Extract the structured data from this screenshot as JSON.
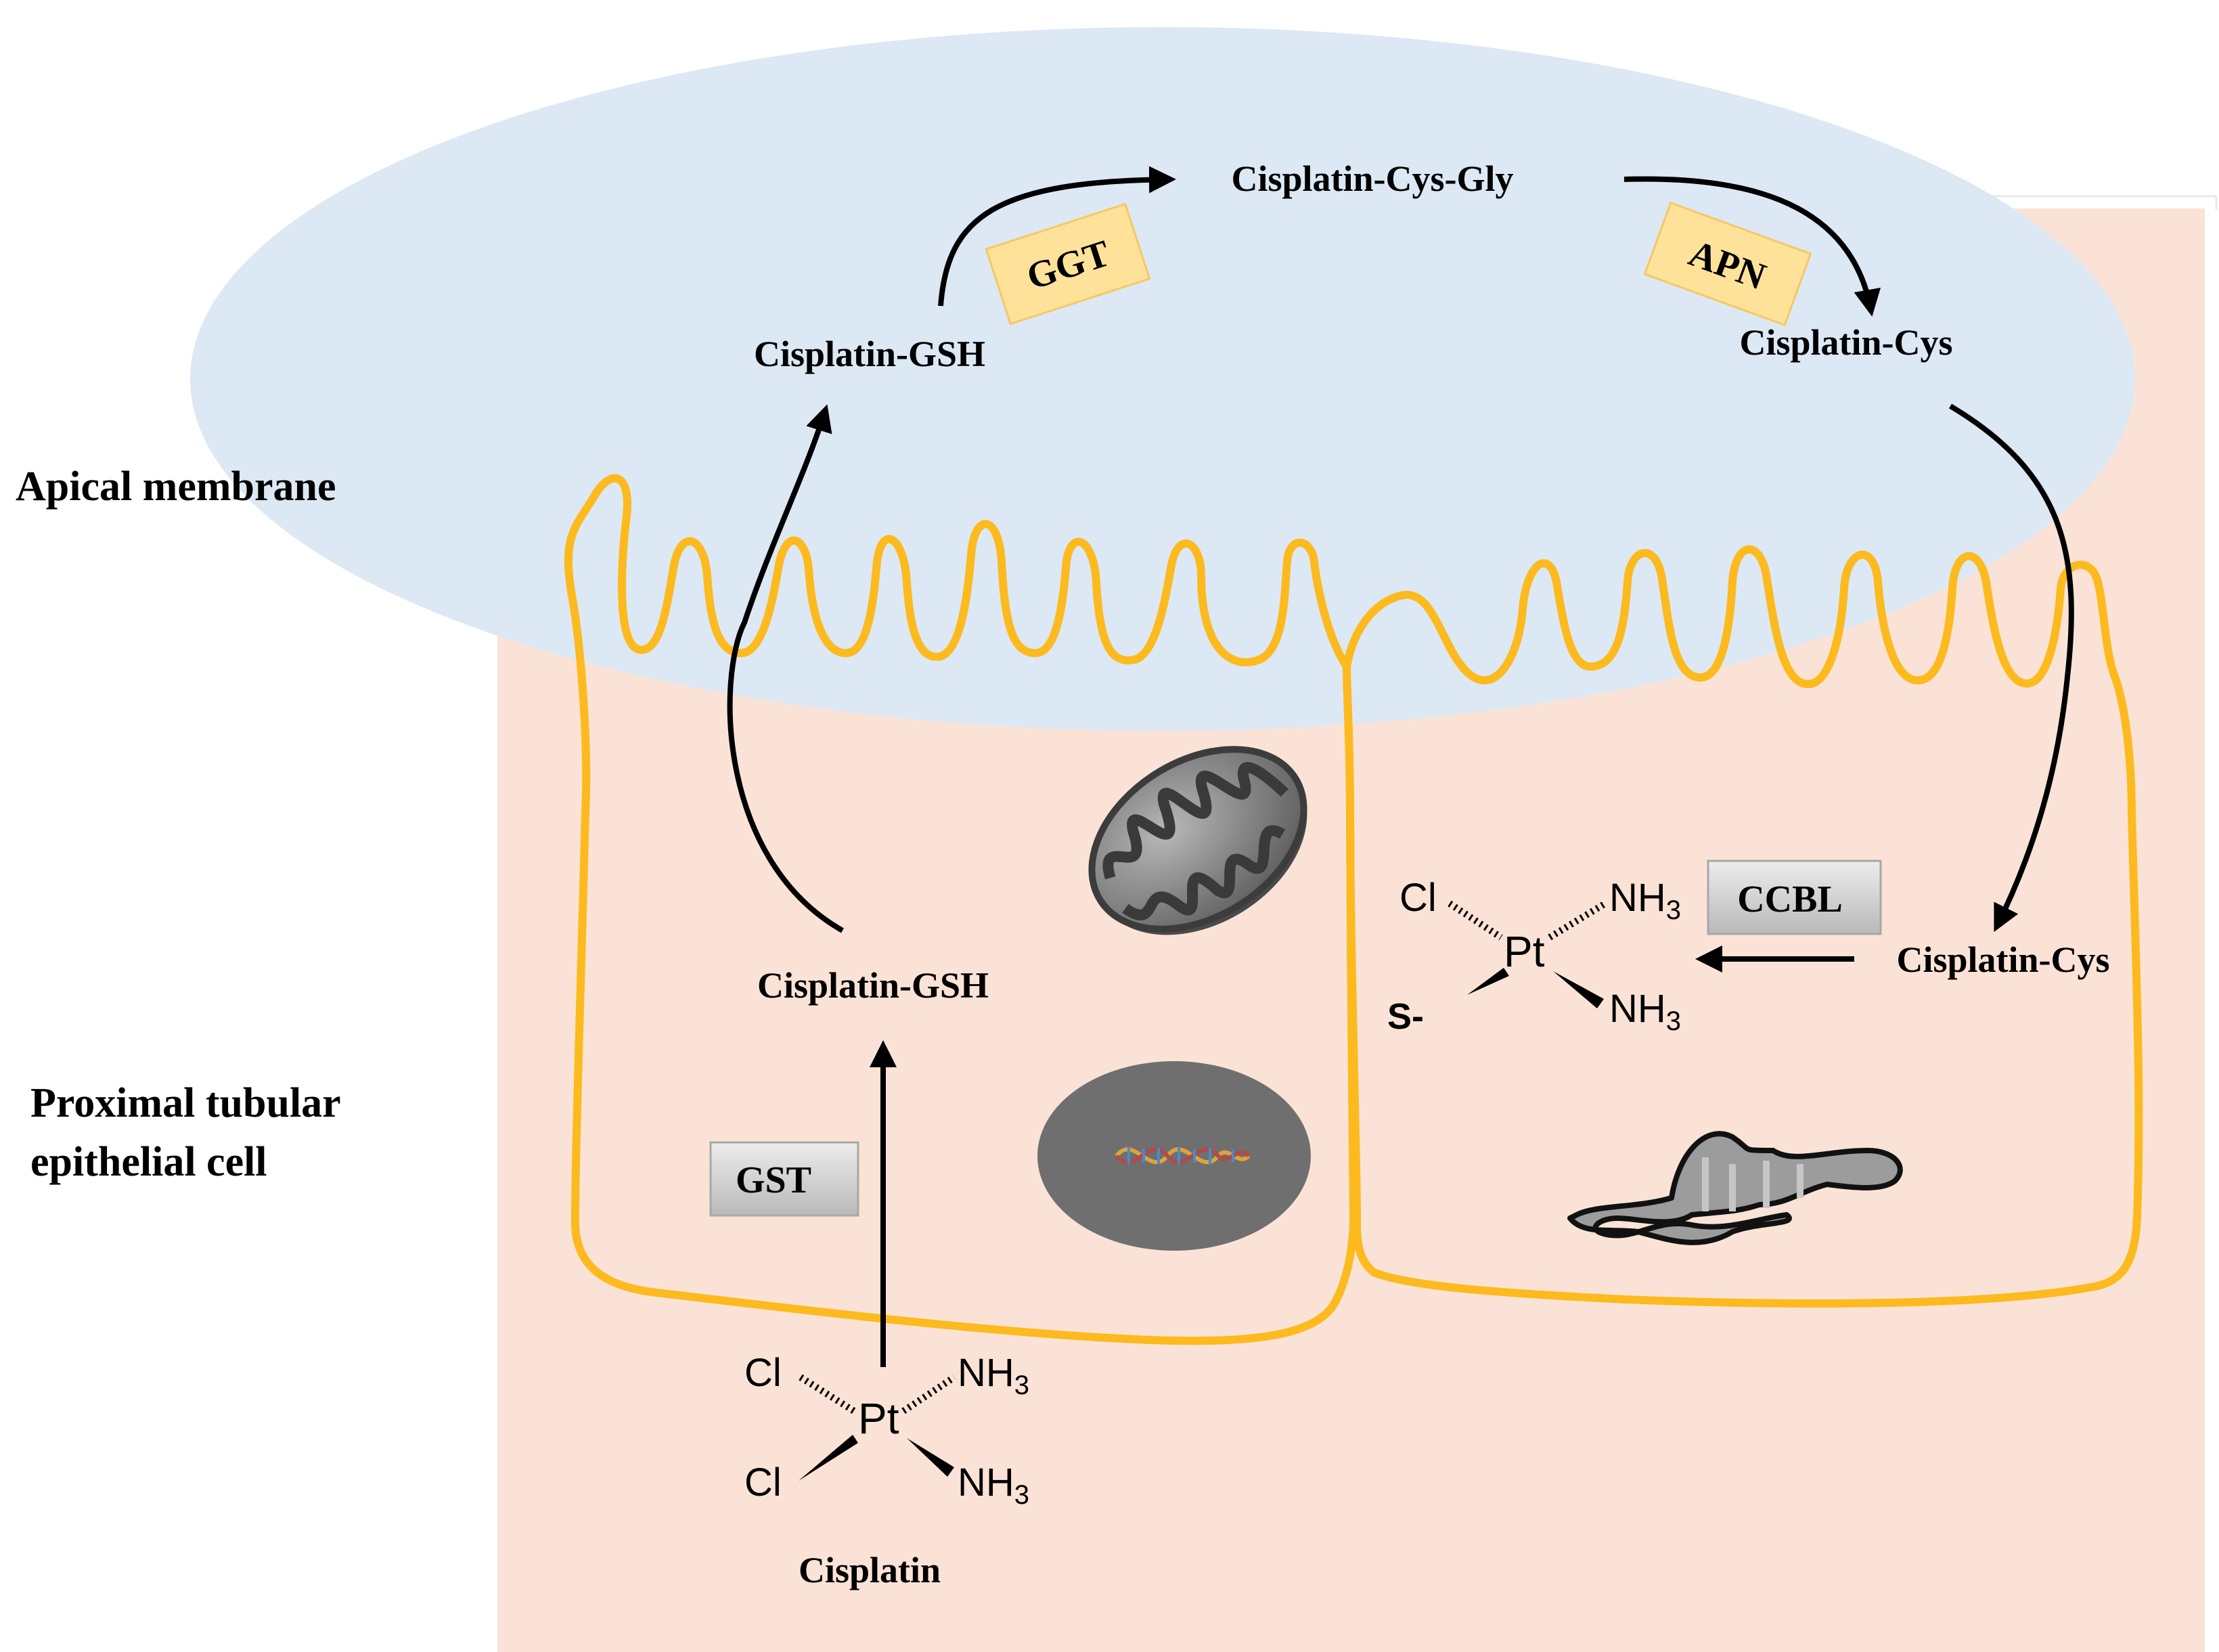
{
  "side_labels": {
    "apical_membrane": "Apical membrane",
    "proximal_line1": "Proximal tubular",
    "proximal_line2": "epithelial cell"
  },
  "lumen": {
    "cis_cys_gly": "Cisplatin-Cys-Gly",
    "cis_gsh": "Cisplatin-GSH",
    "cis_cys": "Cisplatin-Cys"
  },
  "enzymes": {
    "ggt": "GGT",
    "apn": "APN",
    "gst": "GST",
    "ccbl": "CCBL"
  },
  "cell": {
    "cis_gsh": "Cisplatin-GSH",
    "cis_cys": "Cisplatin-Cys",
    "cisplatin": "Cisplatin"
  },
  "molecule_cisplatin": {
    "pt": "Pt",
    "cl_top": "Cl",
    "cl_bottom": "Cl",
    "nh3_top": "NH",
    "nh3_bottom": "NH",
    "sub": "3"
  },
  "molecule_thiolate": {
    "pt": "Pt",
    "cl": "Cl",
    "s": "S-",
    "nh3_top": "NH",
    "nh3_bottom": "NH",
    "sub": "3"
  },
  "colors": {
    "lumen": "#dce8f4",
    "cytoplasm": "#fae3d6",
    "membrane": "#fcba1f",
    "enzyme_yellow": "#ffe29a",
    "enzyme_gray": "#cfcfcf",
    "nucleus": "#6f6f6f"
  },
  "icons": [
    "mitochondrion-icon",
    "dna-icon",
    "endoplasmic-reticulum-icon"
  ]
}
